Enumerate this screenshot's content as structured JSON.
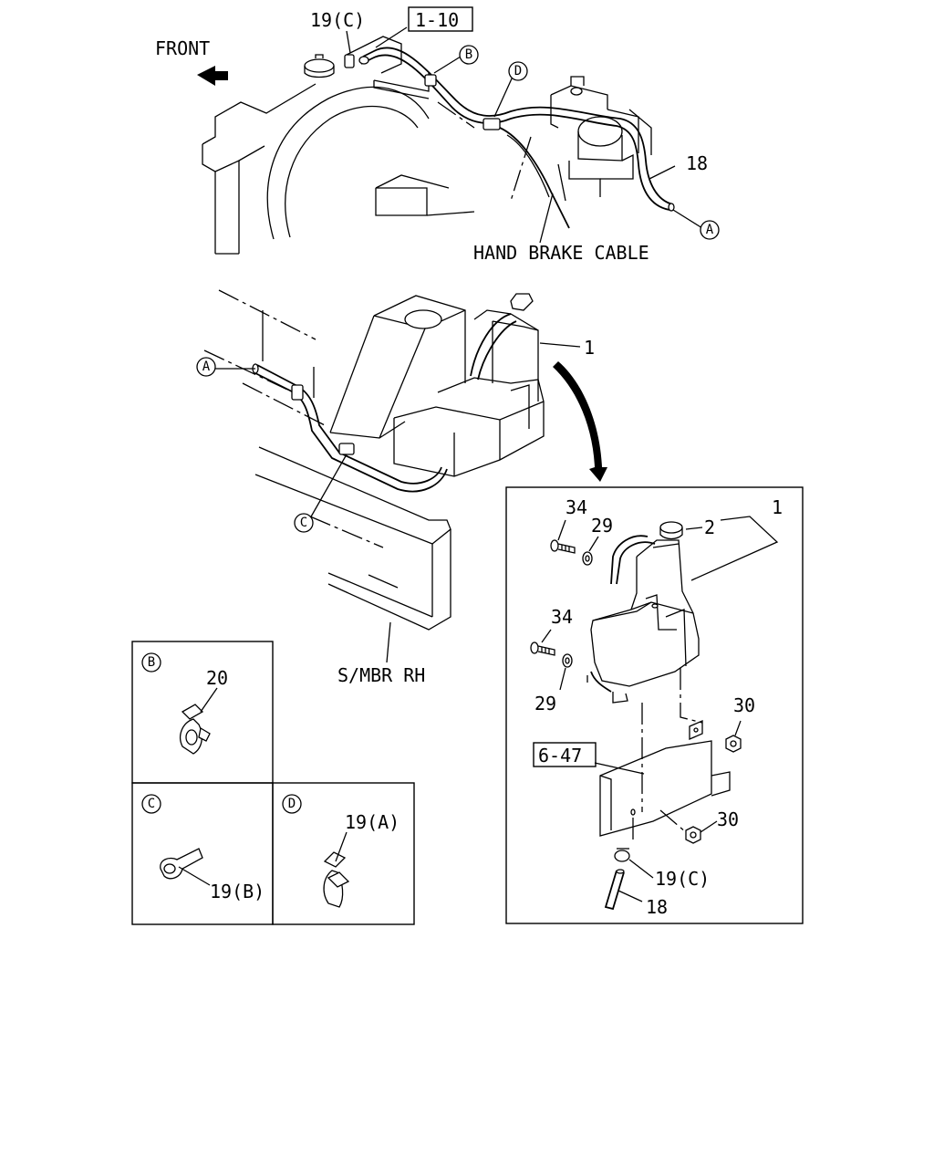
{
  "labels": {
    "front": "FRONT",
    "ref_1_10": "1-10",
    "hand_brake_cable": "HAND BRAKE CABLE",
    "s_mbr_rh": "S/MBR RH",
    "ref_6_47": "6-47",
    "p1_top": "1",
    "p1_detail": "1",
    "p2": "2",
    "p18_top": "18",
    "p18_detail": "18",
    "p19c_top": "19(C)",
    "p19c_detail": "19(C)",
    "p19a": "19(A)",
    "p19b": "19(B)",
    "p20": "20",
    "p29_a": "29",
    "p29_b": "29",
    "p30_a": "30",
    "p30_b": "30",
    "p34_a": "34",
    "p34_b": "34"
  },
  "callouts": {
    "a_top": "A",
    "a_mid": "A",
    "b_top": "B",
    "c_mid": "C",
    "d_top": "D",
    "b_inset": "B",
    "c_inset": "C",
    "d_inset": "D"
  }
}
